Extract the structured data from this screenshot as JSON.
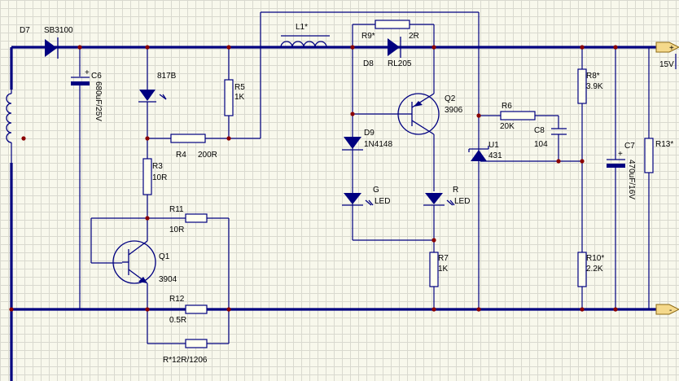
{
  "components": {
    "D7": {
      "ref": "D7",
      "value": "SB3100"
    },
    "C6": {
      "ref": "C6",
      "value": "680uF/25V"
    },
    "OC": {
      "value": "817B"
    },
    "R5": {
      "ref": "R5",
      "value": "1K"
    },
    "R4": {
      "ref": "R4",
      "value": "200R"
    },
    "R3": {
      "ref": "R3",
      "value": "10R"
    },
    "R11": {
      "ref": "R11",
      "value": "10R"
    },
    "Q1": {
      "ref": "Q1",
      "value": "3904"
    },
    "R12": {
      "ref": "R12",
      "value": "0.5R"
    },
    "RX": {
      "value": "R*12R/1206"
    },
    "L1": {
      "ref": "L1*"
    },
    "R9": {
      "ref": "R9*",
      "value": "2R"
    },
    "D8": {
      "ref": "D8",
      "value": "RL205"
    },
    "Q2": {
      "ref": "Q2",
      "value": "3906"
    },
    "D9": {
      "ref": "D9",
      "value": "1N4148"
    },
    "LEDG": {
      "ref": "G",
      "value": "LED"
    },
    "LEDR": {
      "ref": "R",
      "value": "LED"
    },
    "R7": {
      "ref": "R7",
      "value": "1K"
    },
    "R6": {
      "ref": "R6",
      "value": "20K"
    },
    "C8": {
      "ref": "C8",
      "value": "104"
    },
    "U1": {
      "ref": "U1",
      "value": "431"
    },
    "R8": {
      "ref": "R8*",
      "value": "3.9K"
    },
    "R10": {
      "ref": "R10*",
      "value": "2.2K"
    },
    "C7": {
      "ref": "C7",
      "value": "470uF/16V"
    },
    "R13": {
      "ref": "R13*"
    }
  },
  "ports": {
    "pos": {
      "label": "15V",
      "sign": "+"
    },
    "neg": {
      "sign": "-"
    }
  },
  "colors": {
    "wire": "#000080",
    "junction": "#8b0000",
    "port": "#f5d98b"
  }
}
